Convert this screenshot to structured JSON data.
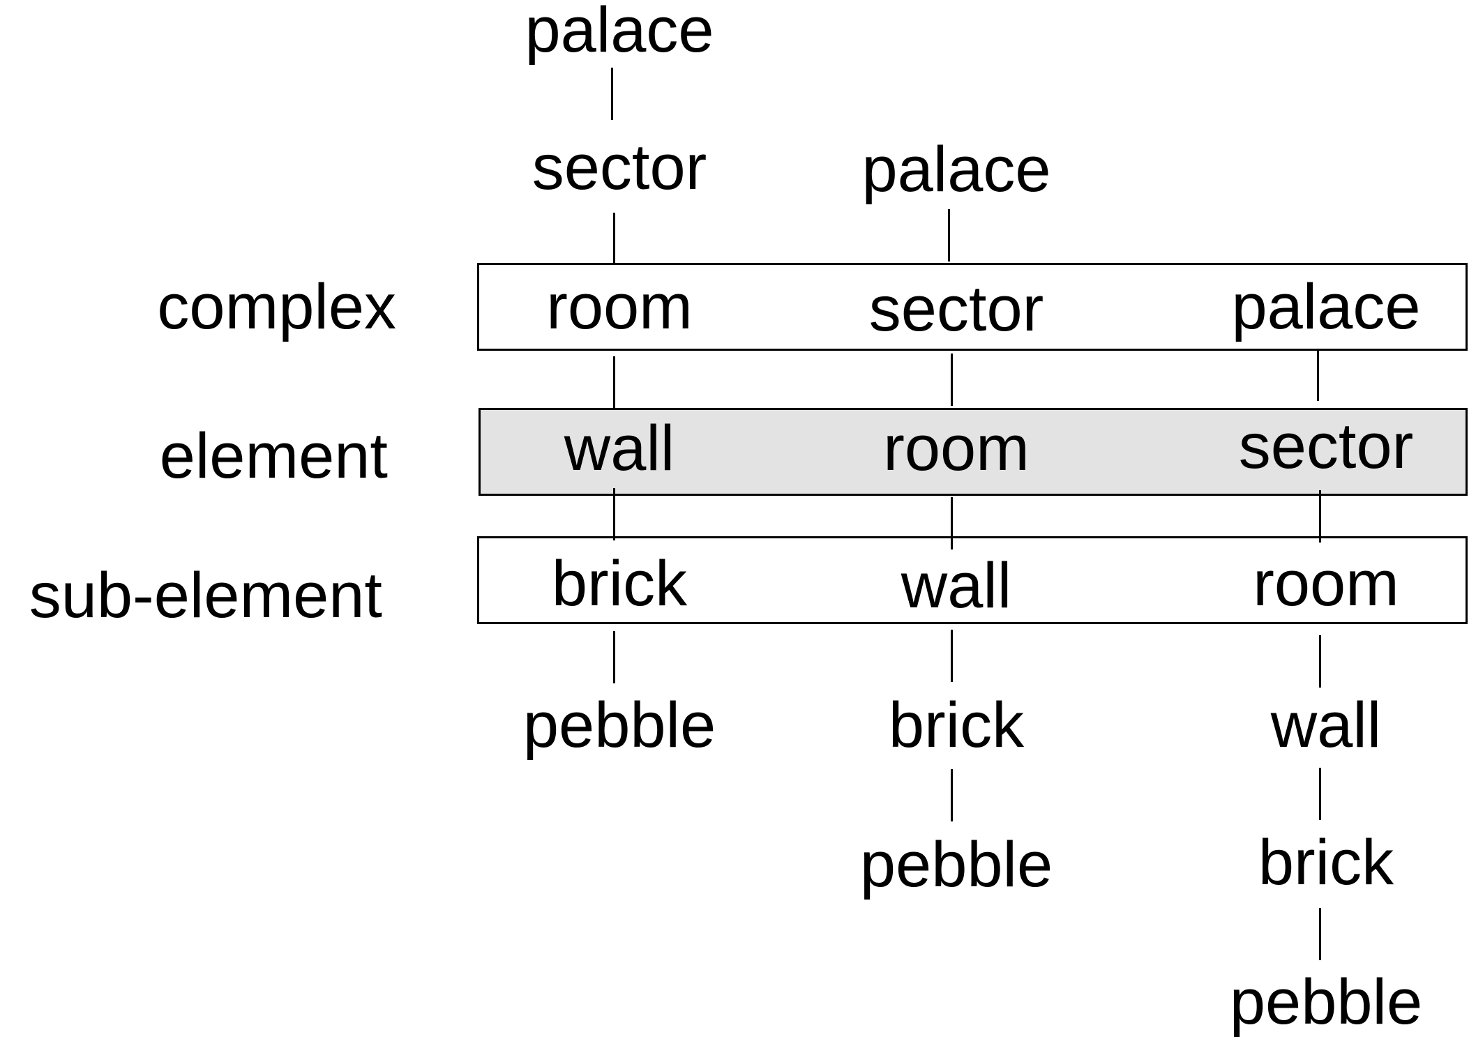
{
  "levels": {
    "complex": "complex",
    "element": "element",
    "sub_element": "sub-element"
  },
  "columns": [
    {
      "above2": "palace",
      "above1": "sector",
      "complex": "room",
      "element": "wall",
      "sub_element": "brick",
      "below1": "pebble"
    },
    {
      "above1": "palace",
      "complex": "sector",
      "element": "room",
      "sub_element": "wall",
      "below1": "brick",
      "below2": "pebble"
    },
    {
      "complex": "palace",
      "element": "sector",
      "sub_element": "room",
      "below1": "wall",
      "below2": "brick",
      "below3": "pebble"
    }
  ]
}
